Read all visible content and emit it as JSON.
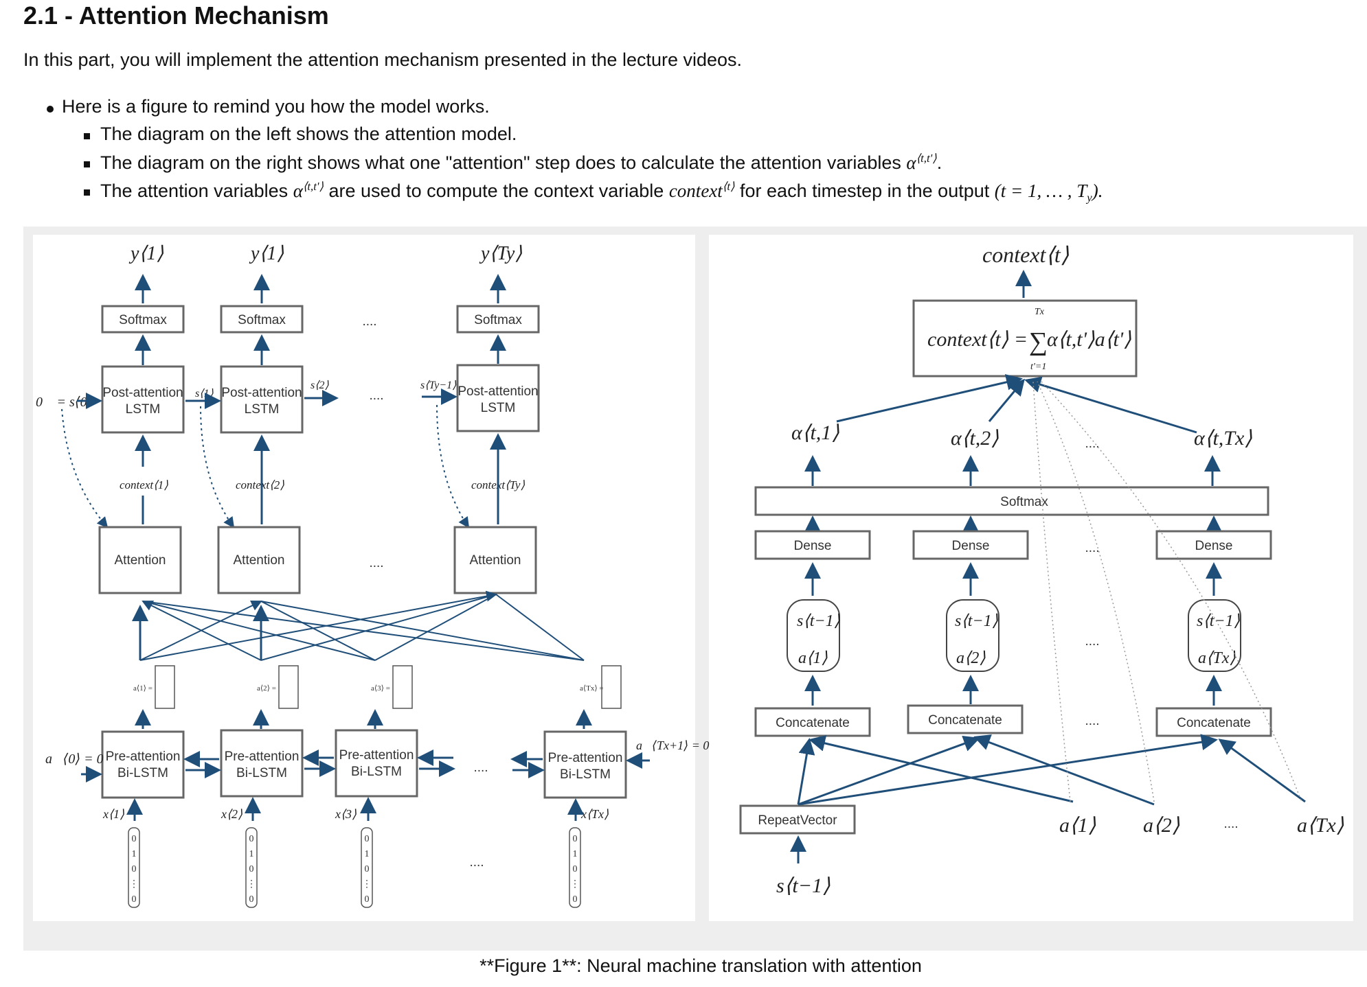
{
  "heading": "2.1 - Attention Mechanism",
  "intro": "In this part, you will implement the attention mechanism presented in the lecture videos.",
  "bullets": {
    "b1": "Here is a figure to remind you how the model works.",
    "b2": "The diagram on the left shows the attention model.",
    "b3": "The diagram on the right shows what one \"attention\" step does to calculate the attention variables",
    "b4a": "The attention variables",
    "b4b": "are used to compute the context variable",
    "b4c": "for each timestep in the output"
  },
  "math": {
    "alpha": "α",
    "alpha_sup": "⟨t,t'⟩",
    "context": "context",
    "context_sup": "⟨t⟩",
    "range": "(t = 1, … , T",
    "range_sub": "y",
    "range_end": ")."
  },
  "left_diagram": {
    "softmax": "Softmax",
    "post_lstm_1": "Post-attention",
    "post_lstm_2": "LSTM",
    "attention": "Attention",
    "pre_lstm_1": "Pre-attention",
    "pre_lstm_2": "Bi-LSTM",
    "y1": "y⟨1⟩",
    "y_ty": "y⟨Ty⟩",
    "ctx1": "context⟨1⟩",
    "ctx2": "context⟨2⟩",
    "ctx_ty": "context⟨Ty⟩",
    "s0": "0⃗ = s⟨0⟩",
    "s1": "s⟨1⟩",
    "s2": "s⟨2⟩",
    "s_ty1": "s⟨Ty−1⟩",
    "a0": "a⃗⟨0⟩ = 0⃗",
    "a_tx1": "a⃖⟨Tx+1⟩ = 0⃗",
    "x1": "x⟨1⟩",
    "x2": "x⟨2⟩",
    "x3": "x⟨3⟩",
    "x_tx": "x⟨Tx⟩",
    "dots": "....",
    "onehot": [
      "0",
      "1",
      "0",
      "⋮",
      "0"
    ]
  },
  "right_diagram": {
    "context_top": "context⟨t⟩",
    "formula_lhs": "context⟨t⟩ =",
    "formula_sum": "∑",
    "formula_top": "Tx",
    "formula_bot": "t'=1",
    "formula_rhs": "α⟨t,t'⟩a⟨t'⟩",
    "alpha1": "α⟨t,1⟩",
    "alpha2": "α⟨t,2⟩",
    "alpha_tx": "α⟨t,Tx⟩",
    "softmax": "Softmax",
    "dense": "Dense",
    "concatenate": "Concatenate",
    "repeat": "RepeatVector",
    "s_prev": "s⟨t−1⟩",
    "a1": "a⟨1⟩",
    "a2": "a⟨2⟩",
    "a_tx": "a⟨Tx⟩",
    "dots": "...."
  },
  "caption": "**Figure 1**: Neural machine translation with attention"
}
